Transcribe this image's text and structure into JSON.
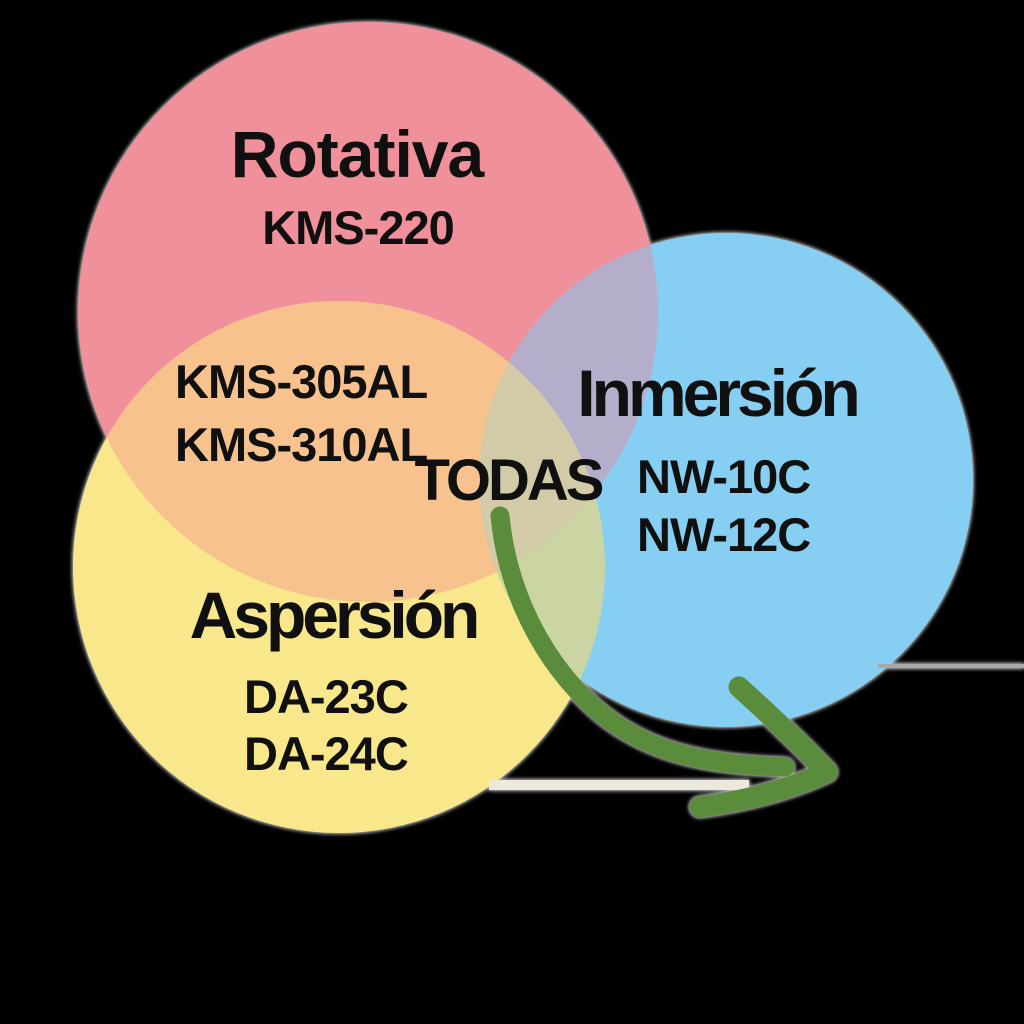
{
  "canvas": {
    "background": "#000000",
    "halo_color": "#B6B6B6",
    "text_color": "#101010"
  },
  "venn": {
    "sets": [
      {
        "label": "Rotativa",
        "models": [
          "KMS-220"
        ],
        "color": "#F0909A"
      },
      {
        "label": "Aspersión",
        "models": [
          "DA-23C",
          "DA-24C"
        ],
        "color": "#F9E78C"
      },
      {
        "label": "Inmersión",
        "models": [
          "NW-10C",
          "NW-12C"
        ],
        "color": "#86CFF2"
      }
    ],
    "overlaps": {
      "rotativa_aspersion": {
        "models": [
          "KMS-305AL",
          "KMS-310AL"
        ],
        "color": "#F7C28E"
      },
      "rotativa_inmersion": {
        "color": "#B5AECB"
      },
      "aspersion_inmersion": {
        "color": "#CBD5A4"
      },
      "all": {
        "label": "TODAS",
        "color": "#D3CBA8"
      }
    },
    "arrow": {
      "color": "#5A8C3C"
    },
    "artifacts": {
      "right_line_color": "#A9A9A9",
      "bottom_line_color": "#EDE8DC"
    }
  }
}
